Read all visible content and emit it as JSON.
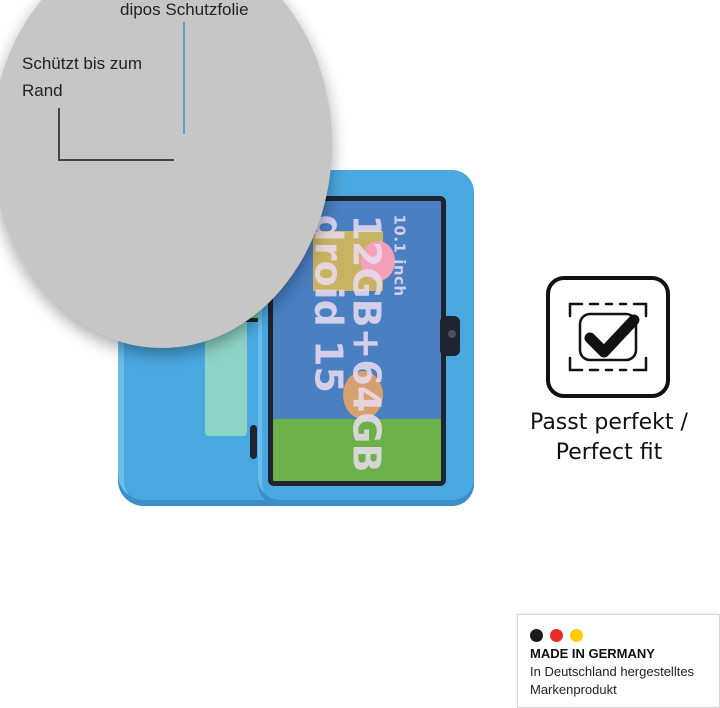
{
  "magnifier": {
    "label_film": "dipos Schutzfolie",
    "label_edge": "Schützt bis zum Rand"
  },
  "tablet": {
    "screen_size_text": "10.1 inch",
    "memory_text": "12GB+64GB",
    "os_text": "droid 15"
  },
  "fit_badge": {
    "icon": "perfect-fit-check-icon",
    "line1": "Passt perfekt /",
    "line2": "Perfect fit"
  },
  "made_in_germany": {
    "title": "MADE IN GERMANY",
    "subtitle": "In Deutschland hergestelltes Markenprodukt",
    "flag_colors": [
      "#1a1a1a",
      "#e52d27",
      "#ffcc00"
    ]
  },
  "colors": {
    "case_blue": "#4aa8e0",
    "magnifier_gray": "#c6c6c6",
    "guide_line_blue": "#5a9ec8"
  }
}
